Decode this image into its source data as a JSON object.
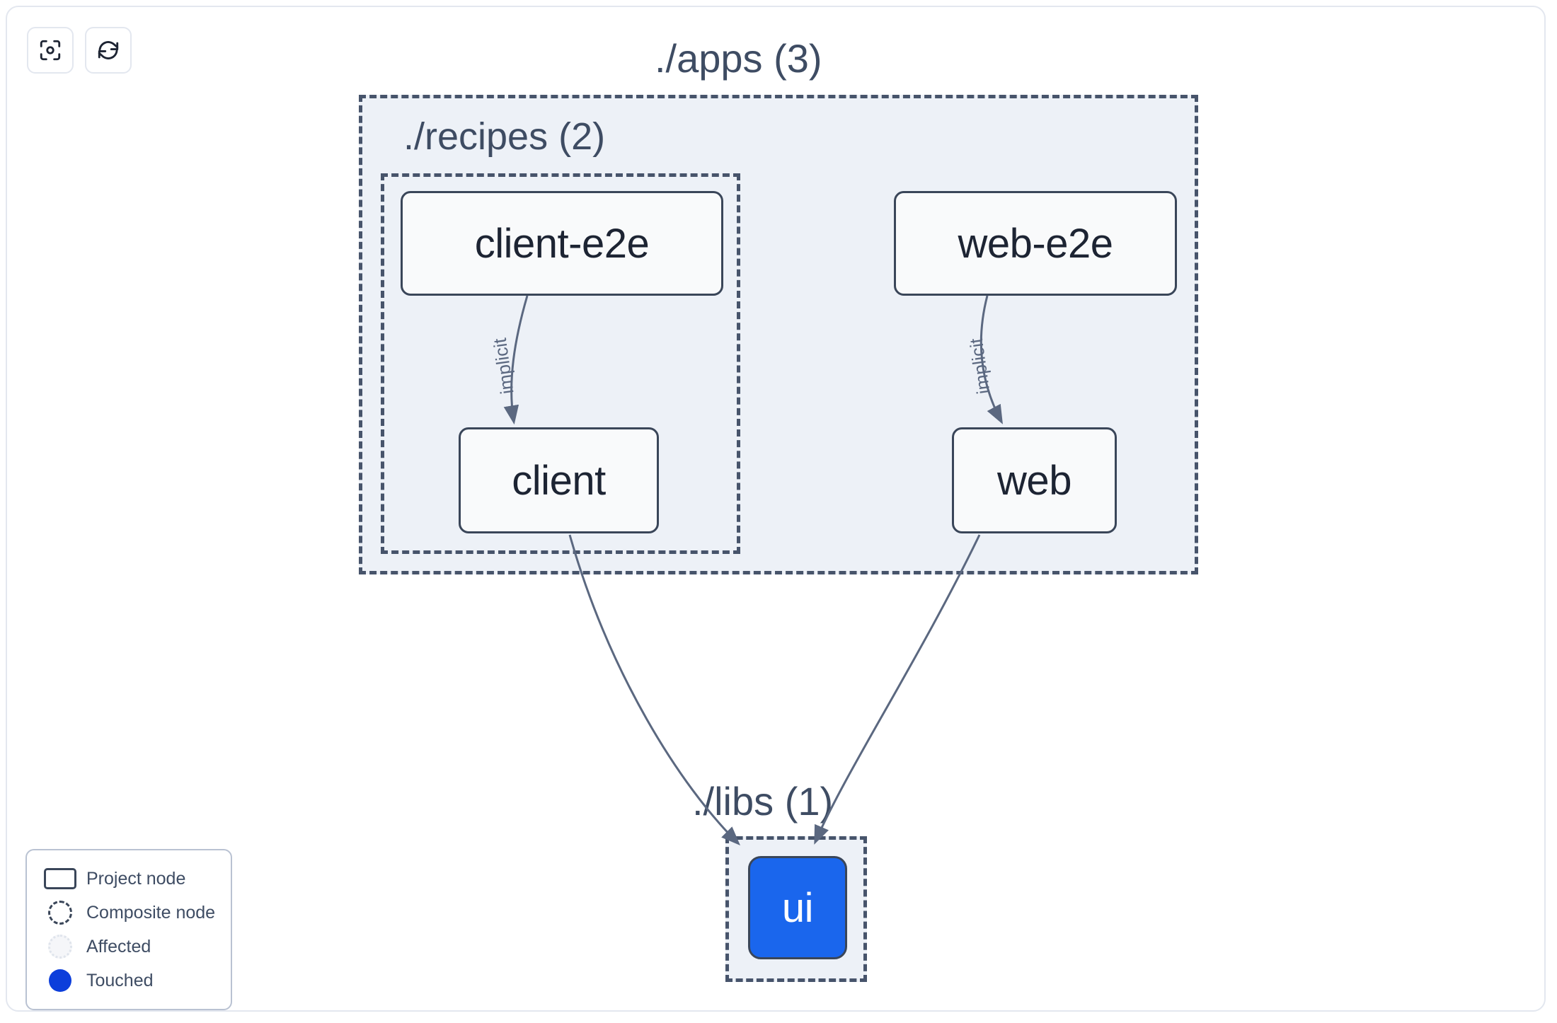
{
  "app": {
    "background_color": "#ffffff",
    "frame_border_color": "#e3e7ef"
  },
  "toolbar": {
    "buttons": [
      {
        "name": "focus-graph-button",
        "icon": "focus-target-icon"
      },
      {
        "name": "refresh-graph-button",
        "icon": "refresh-sync-icon"
      }
    ]
  },
  "graph": {
    "type": "dependency-graph",
    "groups": [
      {
        "id": "apps",
        "label": "./apps (3)",
        "count": 3,
        "children": [
          "recipes",
          "web-e2e",
          "web"
        ],
        "fill": "#edf1f7",
        "border": "#47546b"
      },
      {
        "id": "recipes",
        "label": "./recipes (2)",
        "count": 2,
        "children": [
          "client-e2e",
          "client"
        ],
        "fill": "#edf1f7",
        "border": "#47546b"
      },
      {
        "id": "libs",
        "label": "./libs (1)",
        "count": 1,
        "children": [
          "ui"
        ],
        "fill": "#edf1f7",
        "border": "#47546b"
      }
    ],
    "nodes": [
      {
        "id": "client-e2e",
        "label": "client-e2e",
        "state": "normal",
        "group": "recipes"
      },
      {
        "id": "web-e2e",
        "label": "web-e2e",
        "state": "normal",
        "group": "apps"
      },
      {
        "id": "client",
        "label": "client",
        "state": "normal",
        "group": "recipes"
      },
      {
        "id": "web",
        "label": "web",
        "state": "normal",
        "group": "apps"
      },
      {
        "id": "ui",
        "label": "ui",
        "state": "touched",
        "group": "libs"
      }
    ],
    "edges": [
      {
        "from": "client-e2e",
        "to": "client",
        "label": "implicit"
      },
      {
        "from": "web-e2e",
        "to": "web",
        "label": "implicit"
      },
      {
        "from": "client",
        "to": "ui",
        "label": ""
      },
      {
        "from": "web",
        "to": "ui",
        "label": ""
      }
    ],
    "colors": {
      "node_fill": "#f9fafb",
      "node_border": "#3a4659",
      "node_text": "#1d2433",
      "touched_fill": "#1a66ed",
      "touched_text": "#ffffff",
      "edge_stroke": "#5b6880",
      "group_label_text": "#3e4c63"
    }
  },
  "legend": {
    "items": [
      {
        "swatch": "project-node-swatch",
        "label": "Project node"
      },
      {
        "swatch": "composite-node-swatch",
        "label": "Composite node"
      },
      {
        "swatch": "affected-swatch",
        "label": "Affected"
      },
      {
        "swatch": "touched-swatch",
        "label": "Touched"
      }
    ],
    "touched_color": "#0c3edb"
  }
}
